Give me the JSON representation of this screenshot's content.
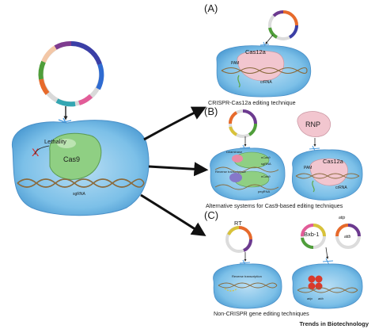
{
  "main_cell": {
    "lethality_label": "Lethality",
    "cross_mark": "X",
    "cas9_label": "Cas9",
    "sgrna_label": "sgRNA"
  },
  "panel_a": {
    "letter": "(A)",
    "caption": "CRISPR-Cas12a editing technique",
    "enzyme_label": "Cas12a",
    "pam_label": "PAM",
    "crrna_label": "crRNA"
  },
  "panel_b": {
    "letter": "(B)",
    "caption": "Alternative systems for Cas9-based editing techniques",
    "rnp_label": "RNP",
    "left_cell": {
      "base_label": "Deaminase",
      "ncas9_1": "nCas9",
      "sgrna": "sgRNA",
      "rt_label": "Reverse transcriptase",
      "ncas9_2": "nCas9",
      "pegrna": "pegRNA"
    },
    "right_cell": {
      "enzyme_label": "Cas12a",
      "pam_label": "PAM",
      "crrna_label": "crRNA"
    }
  },
  "panel_c": {
    "letter": "(C)",
    "caption": "Non-CRISPR gene editing techniques",
    "rt_label": "RT",
    "rt_process": "Reverse transcription",
    "bxb1_label": "Bxb-1",
    "attp_top": "attp",
    "attb_plasmid": "attb",
    "attp_bottom": "attp",
    "attb_bottom": "attb"
  },
  "footer": {
    "journal": "Trends in Biotechnology"
  },
  "colors": {
    "cell_fill": "#6fb6e3",
    "cell_inner": "#a9d6f1",
    "cell_edge": "#4a90c8",
    "cas9": "#8fcf83",
    "cas12a": "#f2c6cf",
    "dna_brown": "#8a6a3c",
    "arrow": "#111111",
    "cross": "#d62d2d"
  }
}
